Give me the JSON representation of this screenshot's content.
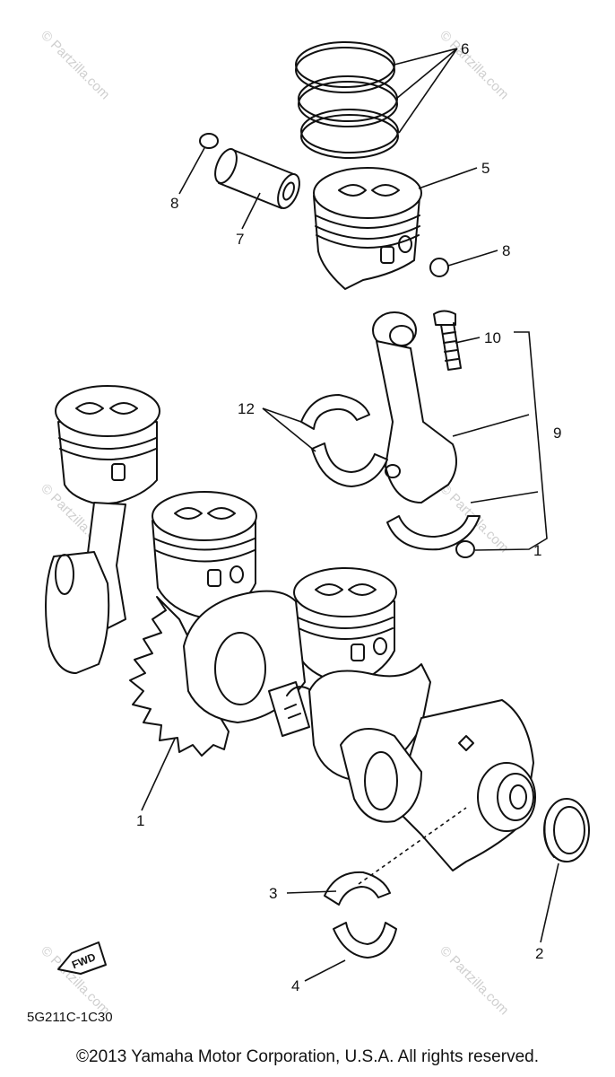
{
  "callouts": {
    "c1_top_right": "1",
    "c1_gear": "1",
    "c2": "2",
    "c3": "3",
    "c4": "4",
    "c5": "5",
    "c6": "6",
    "c7": "7",
    "c8_left": "8",
    "c8_right": "8",
    "c9": "9",
    "c10": "10",
    "c12": "12"
  },
  "fwd_label": "FWD",
  "drawing_code": "5G211C-1C30",
  "watermark": "© Partzilla.com",
  "copyright": "©2013 Yamaha Motor Corporation, U.S.A. All rights reserved."
}
